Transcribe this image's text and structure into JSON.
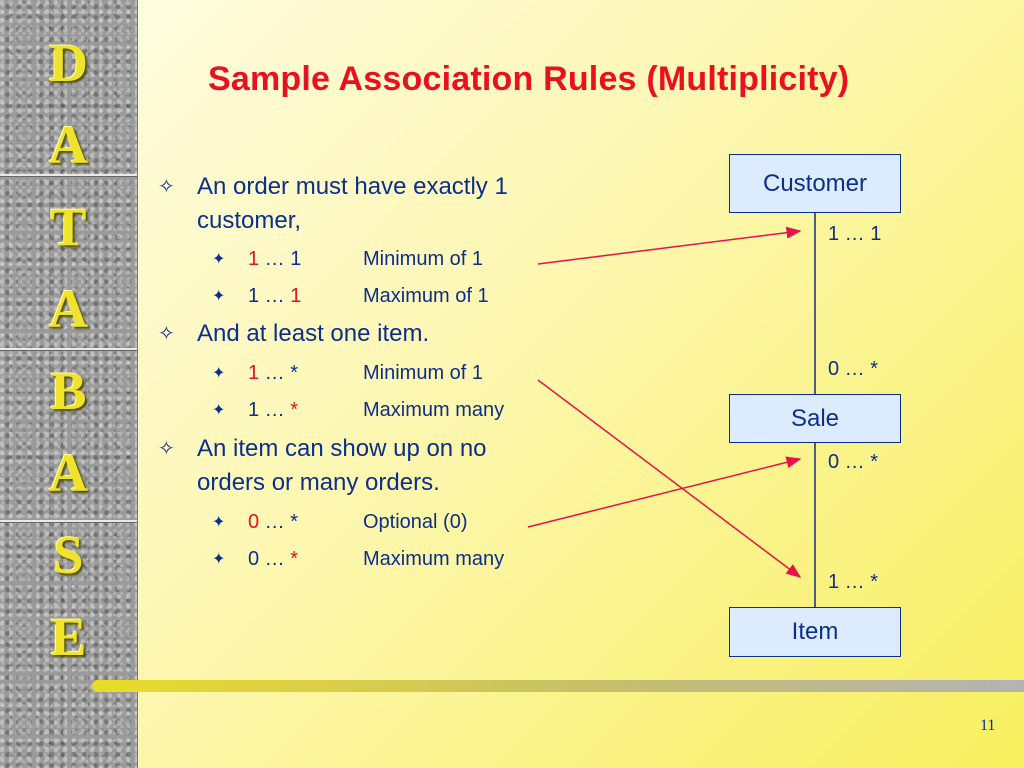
{
  "sidebar": {
    "letters": [
      "D",
      "A",
      "T",
      "A",
      "B",
      "A",
      "S",
      "E"
    ]
  },
  "title": "Sample Association Rules (Multiplicity)",
  "bullets": [
    {
      "mark": "✧",
      "text": "An order must have exactly 1 customer,",
      "subs": [
        {
          "mark": "✦",
          "range_a": "1",
          "range_sep": " … ",
          "range_b": "1",
          "red": "a",
          "desc": "Minimum of 1"
        },
        {
          "mark": "✦",
          "range_a": "1",
          "range_sep": " … ",
          "range_b": "1",
          "red": "b",
          "desc": "Maximum of 1"
        }
      ]
    },
    {
      "mark": "✧",
      "text": "And at least one item.",
      "subs": [
        {
          "mark": "✦",
          "range_a": "1",
          "range_sep": " … ",
          "range_b": "*",
          "red": "a",
          "desc": "Minimum of 1"
        },
        {
          "mark": "✦",
          "range_a": "1",
          "range_sep": " … ",
          "range_b": "*",
          "red": "b",
          "desc": "Maximum many"
        }
      ]
    },
    {
      "mark": "✧",
      "text": "An item can show up on no orders or many orders.",
      "subs": [
        {
          "mark": "✦",
          "range_a": "0",
          "range_sep": " … ",
          "range_b": "*",
          "red": "a",
          "desc": "Optional (0)"
        },
        {
          "mark": "✦",
          "range_a": "0",
          "range_sep": " … ",
          "range_b": "*",
          "red": "b",
          "desc": "Maximum many"
        }
      ]
    }
  ],
  "diagram": {
    "entities": {
      "customer": "Customer",
      "sale": "Sale",
      "item": "Item"
    },
    "multiplicities": {
      "customer_side": "1 … 1",
      "sale_upper": "0 … *",
      "sale_lower": "0 … *",
      "item_side": "1 … *"
    },
    "arrow_color": "#e8114a",
    "line_color": "#0c2f8c"
  },
  "page_number": "11",
  "colors": {
    "title": "#e8111f",
    "text": "#0c2f8c",
    "box_fill": "#dcebfd",
    "sidebar_letters": "#f1e32c"
  }
}
